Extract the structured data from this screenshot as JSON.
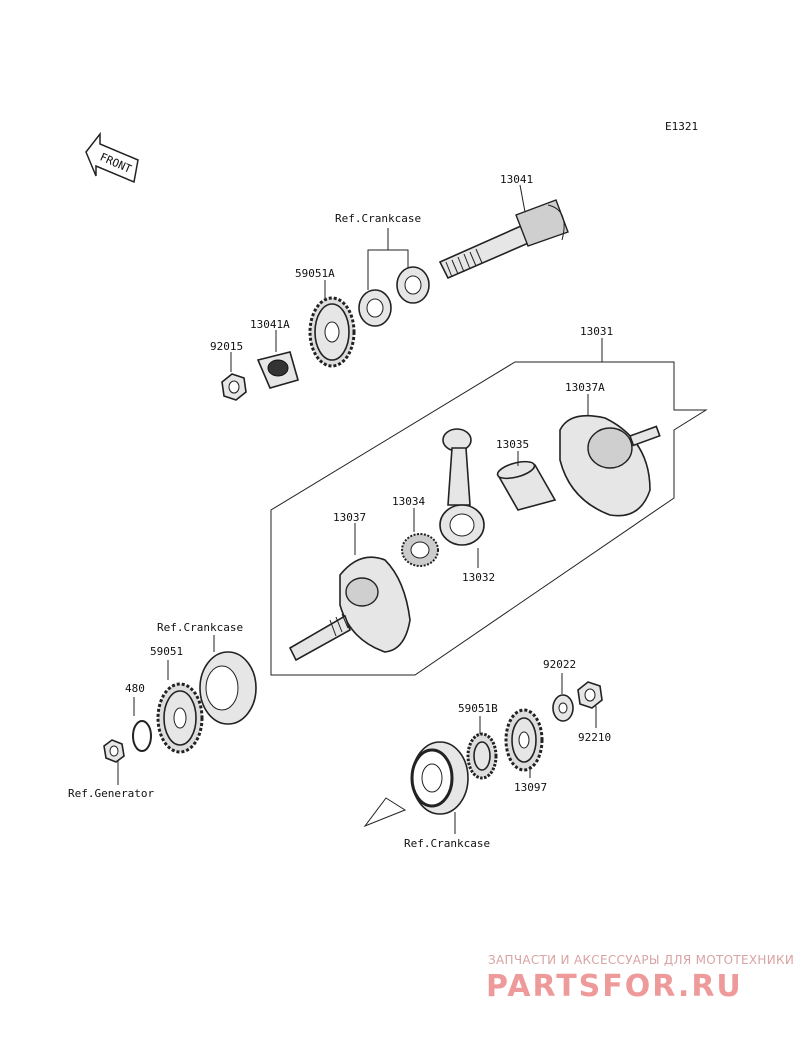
{
  "diagram_code": "E1321",
  "front_label": "FRONT",
  "parts": {
    "p13041": "13041",
    "ref_crankcase_top": "Ref.Crankcase",
    "p59051a": "59051A",
    "p13041a": "13041A",
    "p92015": "92015",
    "p13031": "13031",
    "p13037a": "13037A",
    "p13035": "13035",
    "p13034": "13034",
    "p13037": "13037",
    "p13032": "13032",
    "ref_crankcase_left": "Ref.Crankcase",
    "p59051": "59051",
    "p480": "480",
    "ref_generator": "Ref.Generator",
    "p92022": "92022",
    "p59051b": "59051B",
    "p92210": "92210",
    "p13097": "13097",
    "ref_crankcase_bottom": "Ref.Crankcase"
  },
  "watermark": {
    "line1": "ЗАПЧАСТИ И АКСЕССУАРЫ ДЛЯ МОТОТЕХНИКИ",
    "line2": "PARTSFOR.RU"
  }
}
